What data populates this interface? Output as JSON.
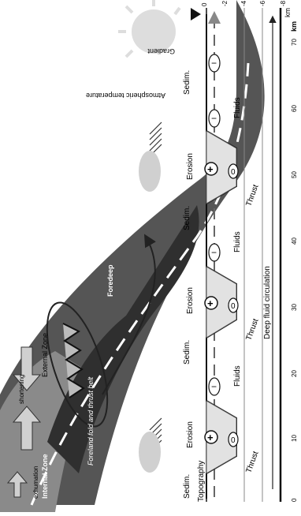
{
  "labels": {
    "exhumation": "exhumation",
    "internal_zone": "Internal Zone",
    "external_zone": "External Zone",
    "shortening": "shortening",
    "foredeep": "Foredeep",
    "foreland_belt": "Foreland fold and thrust belt",
    "topography": "Topography",
    "deep_fluid": "Deep fluid circulation",
    "atm_temp": "Atmospheric temperature",
    "gradient": "Gradient",
    "km_axis": "km",
    "km_depth": "km"
  },
  "cycles": [
    {
      "sedim": "Sedim.",
      "erosion": "Erosion",
      "fluids": "Fluids",
      "thrust": "Thrust",
      "plus": "+",
      "zero": "0",
      "minus": "−"
    },
    {
      "sedim": "Sedim.",
      "erosion": "Erosion",
      "fluids": "Fluids",
      "thrust": "Thrust",
      "plus": "+",
      "zero": "0",
      "minus": "−"
    },
    {
      "sedim": "Sedim.",
      "erosion": "Erosion",
      "fluids": "Fluids",
      "thrust": "Thrust",
      "plus": "+",
      "zero": "0",
      "minus": "−"
    }
  ],
  "last_sedim": "Sedim.",
  "x_ticks": [
    "0",
    "10",
    "20",
    "30",
    "40",
    "50",
    "60",
    "70"
  ],
  "depth_ticks": [
    "0",
    "-2",
    "-4",
    "-6",
    "-8"
  ],
  "colors": {
    "crust": "#555555",
    "belt_light": "#e2e2e2",
    "external_zone": "#bcbcbc",
    "sun": "#dddddd",
    "cloud": "#d0d0d0"
  }
}
